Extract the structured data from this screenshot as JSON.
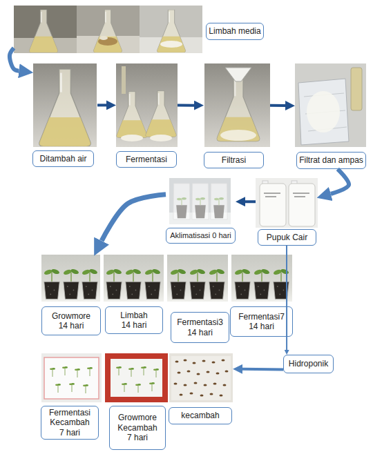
{
  "diagram": {
    "nodes": [
      {
        "text": [
          "Limbah media"
        ]
      },
      {
        "text": [
          "Ditambah air"
        ]
      },
      {
        "text": [
          "Fermentasi"
        ]
      },
      {
        "text": [
          "Filtrasi"
        ]
      },
      {
        "text": [
          "Filtrat dan ampas"
        ]
      },
      {
        "text": [
          "Pupuk Cair"
        ]
      },
      {
        "text": [
          "Aklimatisasi 0 hari"
        ]
      },
      {
        "text": [
          "Growmore 14 hari"
        ]
      },
      {
        "text": [
          "Limbah 14 hari"
        ]
      },
      {
        "text": [
          "Fermentasi3 14 hari"
        ]
      },
      {
        "text": [
          "Fermentasi7 14 hari"
        ]
      },
      {
        "text": [
          "Hidroponik"
        ]
      },
      {
        "text": [
          "Fermentasi Kecambah 7 hari"
        ]
      },
      {
        "text": [
          "Growmore Kecambah 7 hari"
        ]
      },
      {
        "text": [
          "kecambah"
        ]
      }
    ],
    "edges": [
      {
        "from": 0,
        "to": 1,
        "arrow": "to"
      },
      {
        "from": 1,
        "to": 2,
        "arrow": "to"
      },
      {
        "from": 2,
        "to": 3,
        "arrow": "to"
      },
      {
        "from": 3,
        "to": 4,
        "arrow": "to"
      },
      {
        "from": 4,
        "to": 5,
        "arrow": "to"
      },
      {
        "from": 5,
        "to": 6,
        "arrow": "to"
      },
      {
        "from": 6,
        "to": 7,
        "arrow": "to"
      },
      {
        "from": 5,
        "to": 11,
        "arrow": "to"
      },
      {
        "from": 11,
        "to": 14,
        "arrow": "to"
      }
    ]
  }
}
